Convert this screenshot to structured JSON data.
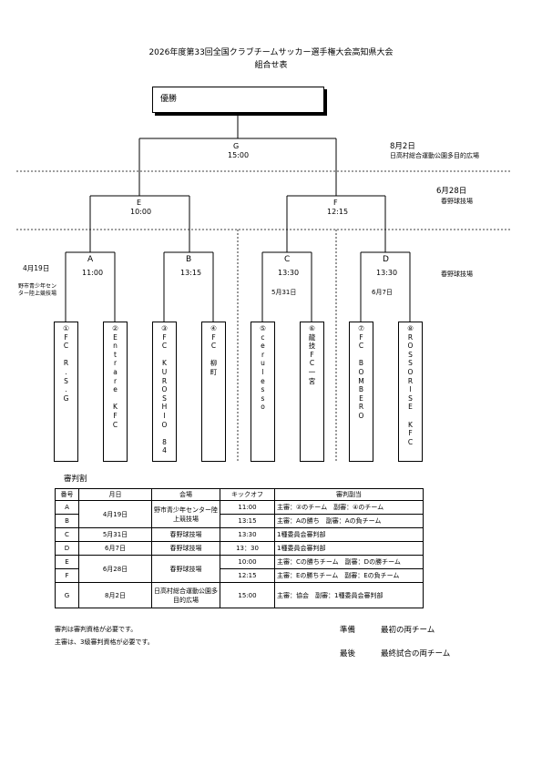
{
  "header": {
    "title": "2026年度第33回全国クラブチームサッカー選手権大会高知県大会",
    "subtitle": "組合せ表"
  },
  "champion_label": "優勝",
  "final": {
    "code": "G",
    "time": "15:00",
    "date": "8月2日",
    "venue": "日高村総合運動公園多目的広場"
  },
  "semis": {
    "E": {
      "code": "E",
      "time": "10:00"
    },
    "F": {
      "code": "F",
      "time": "12:15"
    },
    "date": "6月28日",
    "venue": "春野球技場"
  },
  "quarters": {
    "A": {
      "code": "A",
      "time": "11:00"
    },
    "B": {
      "code": "B",
      "time": "13:15"
    },
    "C": {
      "code": "C",
      "time": "13:30",
      "date": "5月31日"
    },
    "D": {
      "code": "D",
      "time": "13:30",
      "date": "6月7日"
    },
    "left_date": "4月19日",
    "left_venue_1": "野市青少年セン",
    "left_venue_2": "ター陸上競技場",
    "right_venue": "春野球技場"
  },
  "teams": [
    {
      "num": "①",
      "name": "FC R.S.G"
    },
    {
      "num": "②",
      "name": "Entrare KFC"
    },
    {
      "num": "③",
      "name": "FC KUROSHIO 84"
    },
    {
      "num": "④",
      "name": "FC 柳町"
    },
    {
      "num": "⑤",
      "name": "cerulesso"
    },
    {
      "num": "⑥",
      "name": "龍技FC一宮"
    },
    {
      "num": "⑦",
      "name": "FC BOMBERO"
    },
    {
      "num": "⑧",
      "name": "ROSSORISE KFC"
    }
  ],
  "referee": {
    "heading": "審判割",
    "headers": [
      "番号",
      "月日",
      "会場",
      "キックオフ",
      "審判副当"
    ],
    "rows": [
      {
        "code": "A",
        "date": "4月19日",
        "venue": "野市青少年センター陸上競技場",
        "kickoff": "11:00",
        "assign": "主審：②のチーム　副審：④のチーム"
      },
      {
        "code": "B",
        "kickoff": "13:15",
        "assign": "主審：Aの勝ち　副審：Aの負チーム"
      },
      {
        "code": "C",
        "date": "5月31日",
        "venue": "春野球技場",
        "kickoff": "13:30",
        "assign": "1種委員会審判部"
      },
      {
        "code": "D",
        "date": "6月7日",
        "venue": "春野球技場",
        "kickoff": "13：30",
        "assign": "1種委員会審判部"
      },
      {
        "code": "E",
        "date": "6月28日",
        "venue": "春野球技場",
        "kickoff": "10:00",
        "assign": "主審：Cの勝ちチーム　副審：Dの勝チーム"
      },
      {
        "code": "F",
        "kickoff": "12:15",
        "assign": "主審：Eの勝ちチーム　副審：Eの負チーム"
      },
      {
        "code": "G",
        "date": "8月2日",
        "venue": "日高村総合運動公園多目的広場",
        "kickoff": "15:00",
        "assign": "主審：協会　副審：1種委員会審判部"
      }
    ]
  },
  "notes": {
    "line1": "審判は審判資格が必要です。",
    "line2": "主審は、3級審判資格が必要です。"
  },
  "legend": {
    "prep_label": "準備",
    "prep_value": "最初の両チーム",
    "clean_label": "最後",
    "clean_value": "最終試合の両チーム"
  }
}
